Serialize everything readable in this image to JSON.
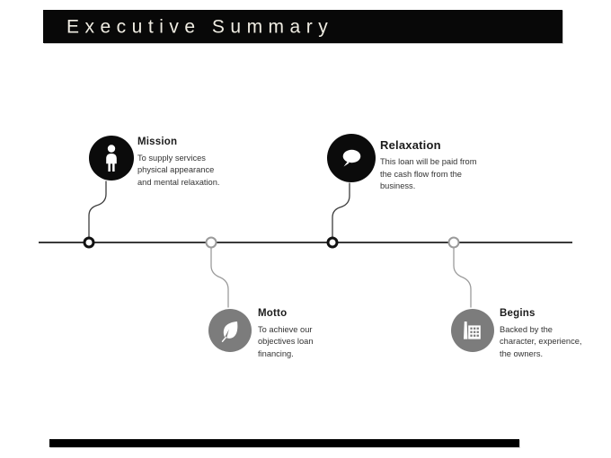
{
  "slide": {
    "title": "Executive Summary",
    "title_bar_color": "#080808",
    "title_text_color": "#efece2",
    "background": "#ffffff",
    "accent_dark": "#0b0b0b",
    "accent_light": "#7c7c7c",
    "axis_color": "#3a3a3a"
  },
  "timeline": {
    "items": [
      {
        "id": "mission",
        "title": "Mission",
        "description": "To supply services physical appearance and mental relaxation.",
        "desc_lines": [
          "To supply services",
          "physical",
          "appearance and",
          "mental  relaxation."
        ],
        "icon": "person-icon",
        "style": "dark",
        "position": "above"
      },
      {
        "id": "motto",
        "title": "Motto",
        "description": "To achieve our objectives loan financing.",
        "desc_lines": [
          "To achieve our",
          "objectives loan",
          "financing."
        ],
        "icon": "leaf-icon",
        "style": "light",
        "position": "below"
      },
      {
        "id": "relaxation",
        "title": "Relaxation",
        "description": "This loan will be paid from the cash flow from the business.",
        "desc_lines": [
          "This loan will be paid",
          "from the cash flow",
          "from the business."
        ],
        "icon": "speech-bubble-icon",
        "style": "dark",
        "position": "above"
      },
      {
        "id": "begins",
        "title": "Begins",
        "description": "Backed by the character, experience, the owners.",
        "desc_lines": [
          "Backed by the",
          "character, experience,",
          "the owners."
        ],
        "icon": "factory-icon",
        "style": "light",
        "position": "below"
      }
    ]
  },
  "footer": {
    "bar_color": "#000000"
  }
}
